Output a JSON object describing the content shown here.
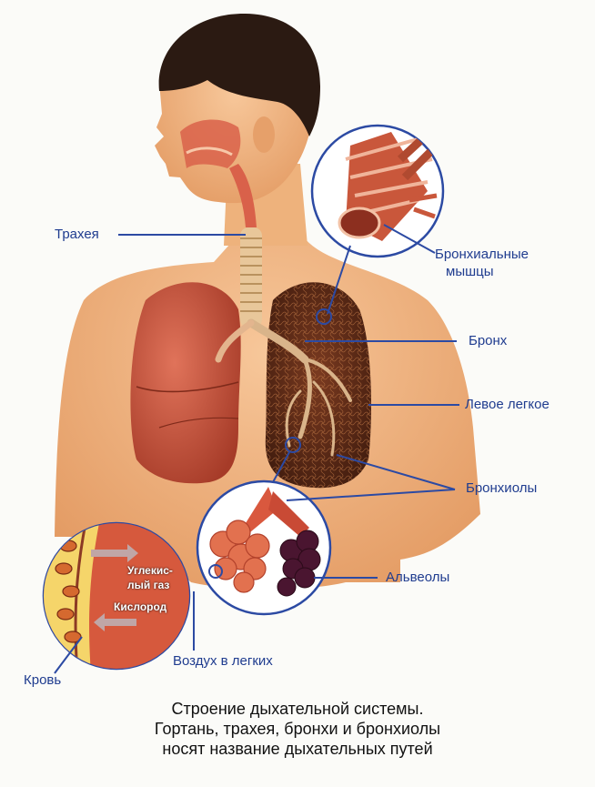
{
  "labels": {
    "trachea": "Трахея",
    "bronchial_muscles_1": "Бронхиальные",
    "bronchial_muscles_2": "мышцы",
    "bronchus": "Бронх",
    "left_lung": "Левое легкое",
    "bronchioles": "Бронхиолы",
    "alveoli": "Альвеолы",
    "air_in_lungs": "Воздух в легких",
    "blood": "Кровь"
  },
  "inset": {
    "co2_1": "Углекис-",
    "co2_2": "лый газ",
    "oxygen": "Кислород"
  },
  "caption": {
    "line1": "Строение дыхательной системы.",
    "line2": "Гортань, трахея, бронхи и бронхиолы",
    "line3": "носят название дыхательных путей"
  },
  "colors": {
    "label_text": "#1f3c8f",
    "leader_line": "#2c4aa3",
    "skin": "#f0b07a",
    "right_lung": "#c8553d",
    "left_lung": "#5e2a18",
    "alveoli": "#d9583e",
    "alveoli_dark": "#4a1530",
    "background": "#fbfbf8"
  }
}
